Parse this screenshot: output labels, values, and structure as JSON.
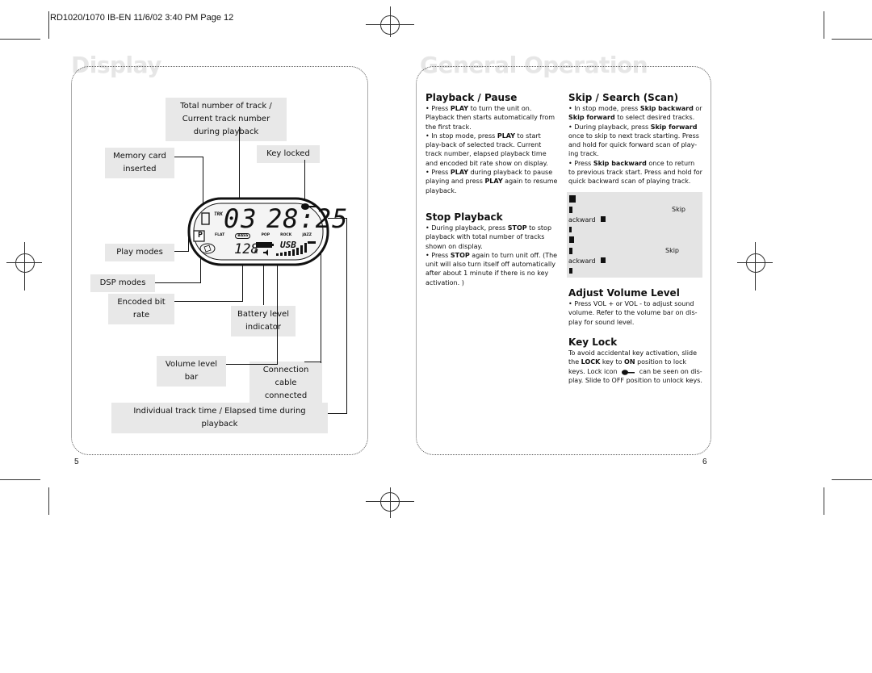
{
  "header": {
    "text": "RD1020/1070 IB-EN  11/6/02  3:40 PM  Page 12"
  },
  "left_page": {
    "title": "Display",
    "page_number": "5",
    "labels": {
      "total_tracks": "Total  number of track / Current track number during playback",
      "key_locked": "Key locked",
      "memory_card": "Memory card inserted",
      "play_modes": "Play modes",
      "dsp_modes": "DSP modes",
      "encoded_bit_rate": "Encoded bit rate",
      "battery_level": "Battery level indicator",
      "volume_level_bar": "Volume level bar",
      "connection_cable": "Connection cable connected",
      "individual_track_time": "Individual track time / Elapsed time during playback"
    },
    "lcd": {
      "trk": "TRK",
      "track": "03",
      "time": "28:25",
      "bitrate": "128",
      "k": "K",
      "usb": "USB",
      "p": "P",
      "dsp": [
        "FLAT",
        "BASS",
        "POP",
        "ROCK",
        "JAZZ"
      ]
    }
  },
  "right_page": {
    "title": "General Operation",
    "page_number": "6",
    "playback": {
      "heading": "Playback / Pause",
      "items": [
        "• Press PLAY to turn the unit on. Playback then starts automatically from the first track.",
        "• In stop mode, press PLAY to start play-back of selected track. Current track number, elapsed playback time and encoded bit rate show on display.",
        "• Press PLAY during playback to pause playing and press PLAY again to resume playback."
      ]
    },
    "stop": {
      "heading": "Stop Playback",
      "items": [
        "• During playback, press STOP to stop playback with total number of tracks shown on display.",
        "• Press STOP again to turn unit off. (The unit will also turn itself off automatically after about 1 minute if there is no key activation. )"
      ]
    },
    "skip": {
      "heading": "Skip / Search (Scan)",
      "items": [
        "• In stop mode, press Skip backward or Skip forward to select desired tracks.",
        "• During playback, press Skip forward once to skip to next track starting. Press and hold for quick forward scan of play-ing track.",
        "• Press Skip backward once to return to previous track start. Press and hold for quick backward scan of playing track."
      ],
      "note_fragments": [
        "Skip",
        "ackward",
        "Skip",
        "ackward"
      ]
    },
    "volume": {
      "heading": "Adjust Volume Level",
      "text": "• Press VOL + or VOL - to adjust sound volume. Refer to the volume bar on dis-play for sound level."
    },
    "keylock": {
      "heading": "Key Lock",
      "text_before": "To avoid accidental key activation, slide the LOCK key to ON position to lock keys. Lock icon",
      "text_after": "can be seen on dis-play. Slide to OFF position to unlock keys."
    }
  }
}
